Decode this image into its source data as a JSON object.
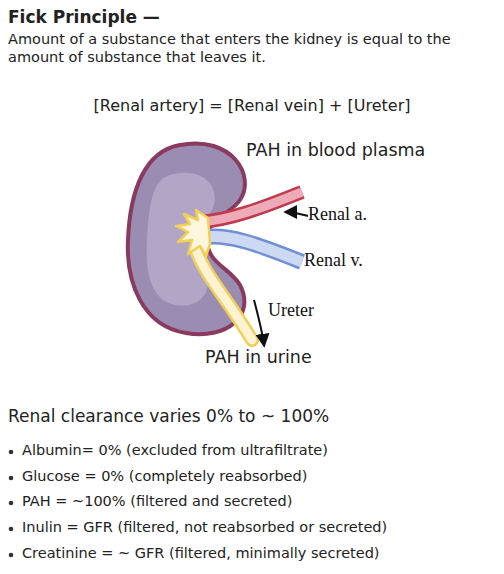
{
  "diagram": {
    "title": "Fick Principle —",
    "labels": [
      "Amount of a substance that enters the kidney is equal to the amount of substance that leaves it.",
      "[Renal artery] = [Renal vein] + [Ureter]",
      "PAH in blood plasma",
      "Renal a.",
      "Renal v.",
      "Ureter",
      "PAH in urine",
      "Renal clearance varies 0% to ~ 100%",
      "Albumin= 0% (excluded from ultrafiltrate)",
      "Glucose = 0% (completely reabsorbed)",
      "PAH = ~100% (filtered and secreted)",
      "Inulin = GFR (filtered, not reabsorbed or secreted)",
      "Creatinine = ~ GFR (filtered, minimally secreted)"
    ]
  }
}
